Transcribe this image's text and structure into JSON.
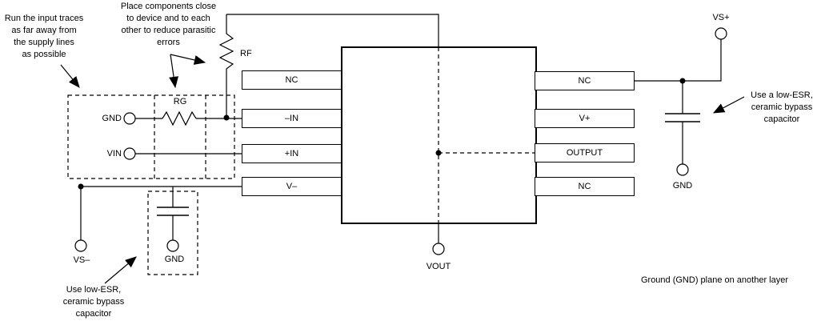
{
  "annotations": {
    "input_traces": "Run the input traces\nas far away from\nthe supply lines\nas possible",
    "place_components": "Place components close\nto device and to each\nother to reduce parasitic\nerrors",
    "bypass_left": "Use low-ESR,\nceramic bypass\ncapacitor",
    "bypass_right": "Use a low-ESR,\nceramic bypass\ncapacitor",
    "ground_plane": "Ground (GND) plane on another layer"
  },
  "components": {
    "feedback_resistor": "RF",
    "gain_resistor": "RG"
  },
  "terminals": {
    "gnd_input": "GND",
    "vin": "VIN",
    "vs_minus": "VS–",
    "gnd_bottom": "GND",
    "vout": "VOUT",
    "vs_plus": "VS+",
    "gnd_right": "GND"
  },
  "ic": {
    "left_pins": [
      "NC",
      "–IN",
      "+IN",
      "V–"
    ],
    "right_pins": [
      "NC",
      "V+",
      "OUTPUT",
      "NC"
    ]
  },
  "colors": {
    "line": "#000000",
    "background": "#ffffff"
  }
}
